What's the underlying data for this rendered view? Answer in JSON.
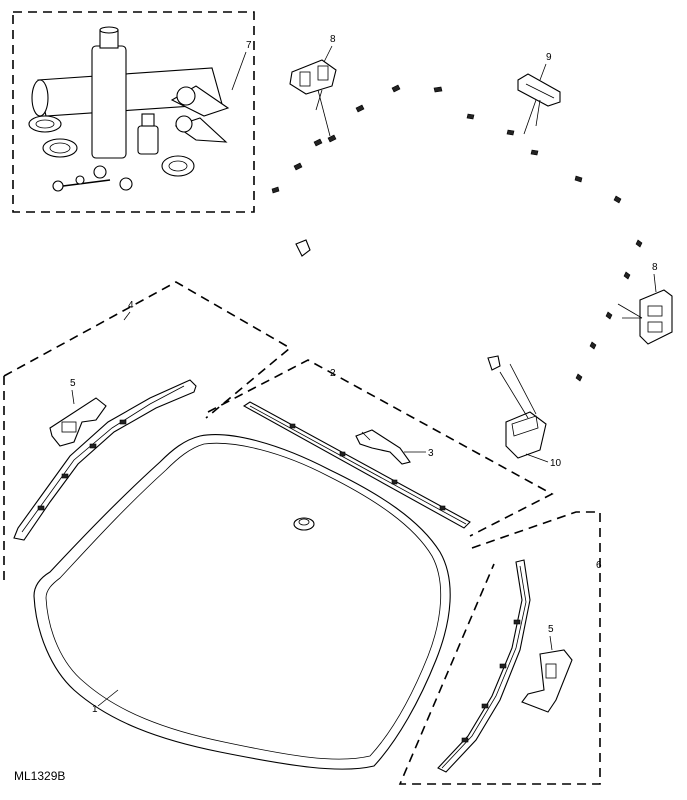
{
  "figure": {
    "reference_code": "ML1329B",
    "callouts": {
      "windscreen": "1",
      "upper_finisher": "2",
      "upper_clip": "3",
      "left_finisher_kit": "4",
      "left_bracket": "5",
      "right_bracket": "5",
      "right_finisher_kit": "6",
      "repair_kit": "7",
      "clip_top": "8",
      "clip_right": "8",
      "clip_upper_right": "9",
      "spacer": "10"
    }
  }
}
